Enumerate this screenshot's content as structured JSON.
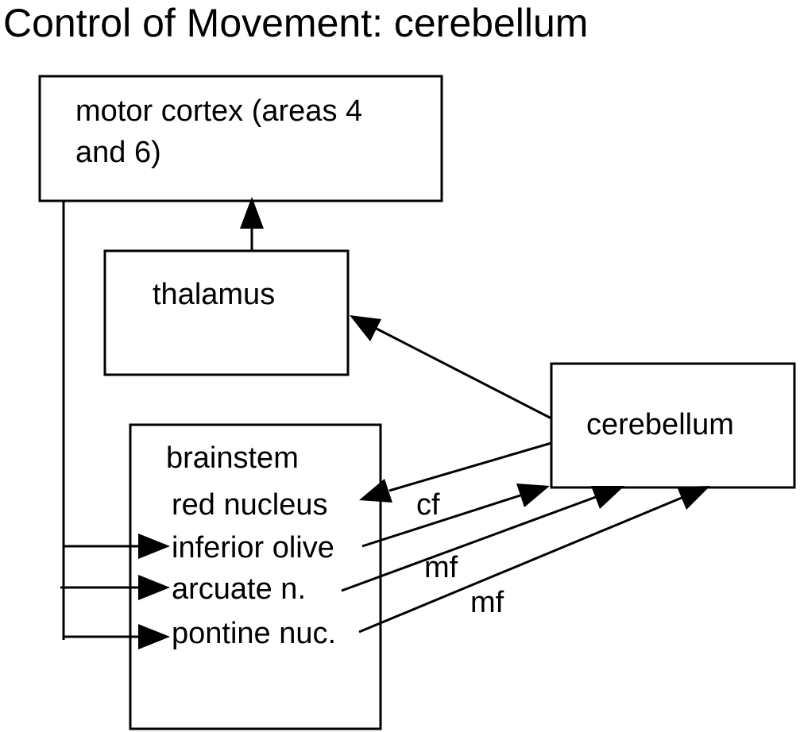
{
  "title": "Control of Movement: cerebellum",
  "nodes": {
    "motor_cortex": {
      "line1": "motor cortex (areas 4",
      "line2": "and 6)"
    },
    "thalamus": {
      "label": "thalamus"
    },
    "cerebellum": {
      "label": "cerebellum"
    },
    "brainstem": {
      "label": "brainstem",
      "nuclei": {
        "red_nucleus": "red nucleus",
        "inferior_olive": "inferior olive",
        "arcuate": "arcuate n.",
        "pontine": "pontine nuc."
      }
    }
  },
  "edge_labels": {
    "climbing_fiber": "cf",
    "mossy_fiber_arcuate": "mf",
    "mossy_fiber_pontine": "mf"
  },
  "colors": {
    "stroke": "#000000",
    "background": "#ffffff"
  }
}
